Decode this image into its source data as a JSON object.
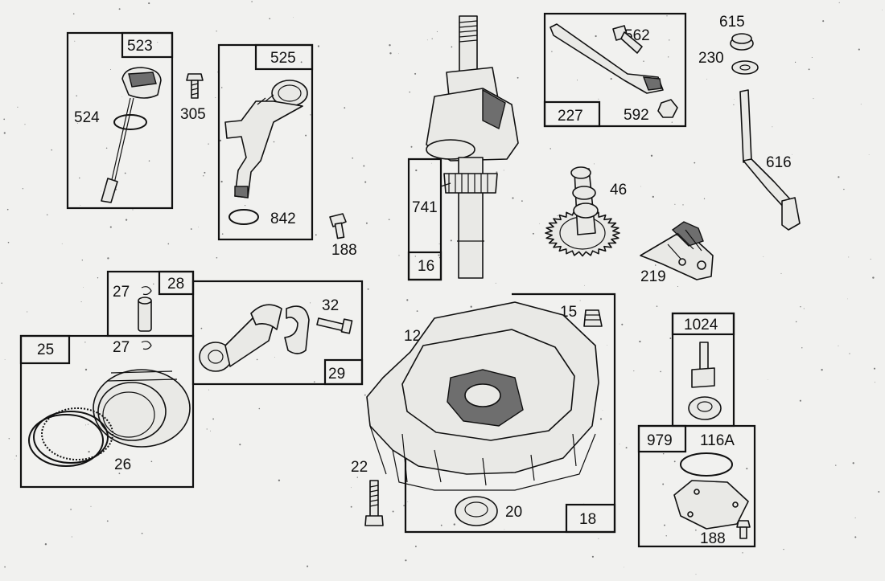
{
  "diagram": {
    "title": "Engine parts exploded view",
    "labels": {
      "l523": "523",
      "l524": "524",
      "l305": "305",
      "l525": "525",
      "l842": "842",
      "l188a": "188",
      "l741": "741",
      "l16": "16",
      "l227": "227",
      "l562": "562",
      "l592": "592",
      "l615": "615",
      "l230": "230",
      "l616": "616",
      "l46": "46",
      "l219": "219",
      "l27a": "27",
      "l28": "28",
      "l32": "32",
      "l29": "29",
      "l25": "25",
      "l27b": "27",
      "l26": "26",
      "l12": "12",
      "l15": "15",
      "l22": "22",
      "l20": "20",
      "l18": "18",
      "l1024": "1024",
      "l979": "979",
      "l116A": "116A",
      "l188b": "188"
    }
  }
}
